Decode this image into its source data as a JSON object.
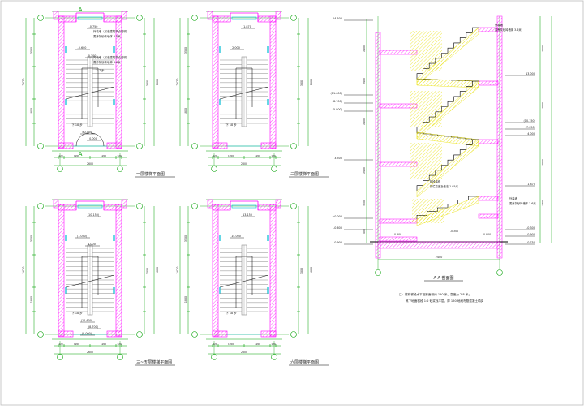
{
  "plans": [
    {
      "title": "一层楼梯平面图",
      "elev_labels": [
        "-0.750",
        "-0.600",
        "-0.300",
        "±0.000",
        "0.000"
      ],
      "stair_texts": [
        "下 7 步",
        "下 18 步"
      ],
      "notes": [
        "外装墙（另参建筑节点说明）",
        "蒸养灰砂砖墙体 4.0米",
        "内装墙（另参建筑节点说明）",
        "蒸养灰砂砖墙体 3.6米"
      ],
      "axis_letter": "A",
      "dims_bottom": [
        "120",
        "1200",
        "1200",
        "120"
      ],
      "dim_total": "2600",
      "dims_side": [
        "2420",
        "3500",
        "1800",
        "3000",
        "1800"
      ]
    },
    {
      "title": "二层楼梯平面图",
      "elev_labels": [
        "1.870",
        "2.000"
      ],
      "stair_texts": [
        "下 18 步"
      ],
      "notes": [],
      "axis_letter": "",
      "dims_bottom": [
        "120",
        "1200",
        "1200",
        "120"
      ],
      "dim_total": "2600",
      "dims_side": [
        "2420",
        "3500",
        "1800",
        "3000",
        "1800"
      ]
    },
    {
      "title": "三~五层楼梯平面图",
      "elev_labels": [
        "(10.150)",
        "(7.050)",
        "4.000",
        "(11.600)",
        "(8.700)",
        "(8.000)"
      ],
      "stair_texts": [
        "下 18 步"
      ],
      "notes": [],
      "axis_letter": "",
      "dims_bottom": [
        "120",
        "1200",
        "1200",
        "120"
      ],
      "dim_total": "2600",
      "dims_side": [
        "2420",
        "3500",
        "1800",
        "3000",
        "1800"
      ]
    },
    {
      "title": "六层楼梯平面图",
      "elev_labels": [
        "13.150",
        "14.000"
      ],
      "stair_texts": [
        "下 18 步"
      ],
      "notes": [],
      "axis_letter": "",
      "dims_bottom": [
        "120",
        "1200",
        "1200",
        "120"
      ],
      "dim_total": "2600",
      "dims_side": [
        "2420",
        "3500",
        "1800",
        "3000",
        "1800"
      ]
    }
  ],
  "section": {
    "title": "A-A 剖面图",
    "elev_left": [
      "14.500",
      "(11.600)",
      "(8.700)",
      "(5.800)",
      "3.500",
      "±0.000",
      "-0.600",
      "-0.900"
    ],
    "elev_right": [
      "13.000",
      "(10.150)",
      "(7.050)",
      "4.000",
      "1.870",
      "-0.300",
      "-0.900",
      "-0.750"
    ],
    "dims_left": [
      "2900",
      "2900",
      "2900",
      "2900",
      "3500",
      "600"
    ],
    "dims_right": [
      "2900",
      "2900",
      "2900",
      "1800"
    ],
    "dim_bottom": "2400",
    "floor_marks": [
      "-0.300",
      "-0.300",
      "-0.900"
    ],
    "notes": [
      "外装墙",
      "蒸养灰砂砖墙体 3.6米",
      "梯段装修",
      "护栏高度及做法 1.05米",
      "外装墙",
      "蒸养灰砂砖墙体 3.6米"
    ]
  },
  "footnote": [
    "注：楼梯梯段水平投影面积约 150 米，高度为 2.8 米；",
    "其下地面楼段 1:2 砂浆找平层，厚 150 地段布筋混凝土填实"
  ],
  "colors": {
    "wall_hatch": "#ff00ff",
    "wall_fill": "#ffd6f5",
    "dim": "#00a000",
    "text": "#222222",
    "stair": "#8a8a8a",
    "window": "#00bcd4",
    "yellow": "#e8e000",
    "black": "#000000"
  }
}
